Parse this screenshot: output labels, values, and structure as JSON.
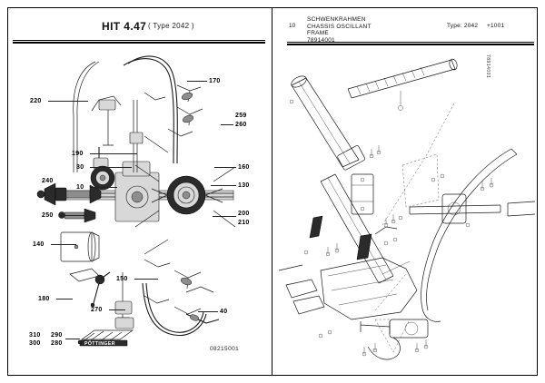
{
  "document": {
    "left_panel": {
      "machine_title": "HIT 4.47",
      "type_note": "( Type  2042 )",
      "footer_code": "08215001",
      "logo_text": "PÖTTINGER",
      "callouts": [
        {
          "id": "220",
          "label": "220",
          "side": "left"
        },
        {
          "id": "190",
          "label": "190",
          "side": "left"
        },
        {
          "id": "30",
          "label": "30",
          "side": "left"
        },
        {
          "id": "240",
          "label": "240",
          "side": "left"
        },
        {
          "id": "10",
          "label": "10",
          "side": "left"
        },
        {
          "id": "250",
          "label": "250",
          "side": "left"
        },
        {
          "id": "140",
          "label": "140",
          "side": "left"
        },
        {
          "id": "150",
          "label": "150",
          "side": "left"
        },
        {
          "id": "180",
          "label": "180",
          "side": "left"
        },
        {
          "id": "270",
          "label": "270",
          "side": "left"
        },
        {
          "id": "310",
          "label": "310",
          "side": "left"
        },
        {
          "id": "290",
          "label": "290",
          "side": "left"
        },
        {
          "id": "300",
          "label": "300",
          "side": "left"
        },
        {
          "id": "280",
          "label": "280",
          "side": "left"
        },
        {
          "id": "170",
          "label": "170",
          "side": "right"
        },
        {
          "id": "259",
          "label": "259",
          "side": "right"
        },
        {
          "id": "260",
          "label": "260",
          "side": "right"
        },
        {
          "id": "160",
          "label": "160",
          "side": "right"
        },
        {
          "id": "130",
          "label": "130",
          "side": "right"
        },
        {
          "id": "200",
          "label": "200",
          "side": "right"
        },
        {
          "id": "210",
          "label": "210",
          "side": "right"
        },
        {
          "id": "40",
          "label": "40",
          "side": "right"
        }
      ]
    },
    "right_panel": {
      "group_number": "10",
      "name_de": "SCHWENKRAHMEN",
      "name_fr": "CHASSIS OSCILLANT",
      "name_en": "FRAME",
      "part_number": "78914001",
      "type_label": "Type: 2042",
      "version_label": "+1001",
      "margin_code": "78914001"
    }
  }
}
